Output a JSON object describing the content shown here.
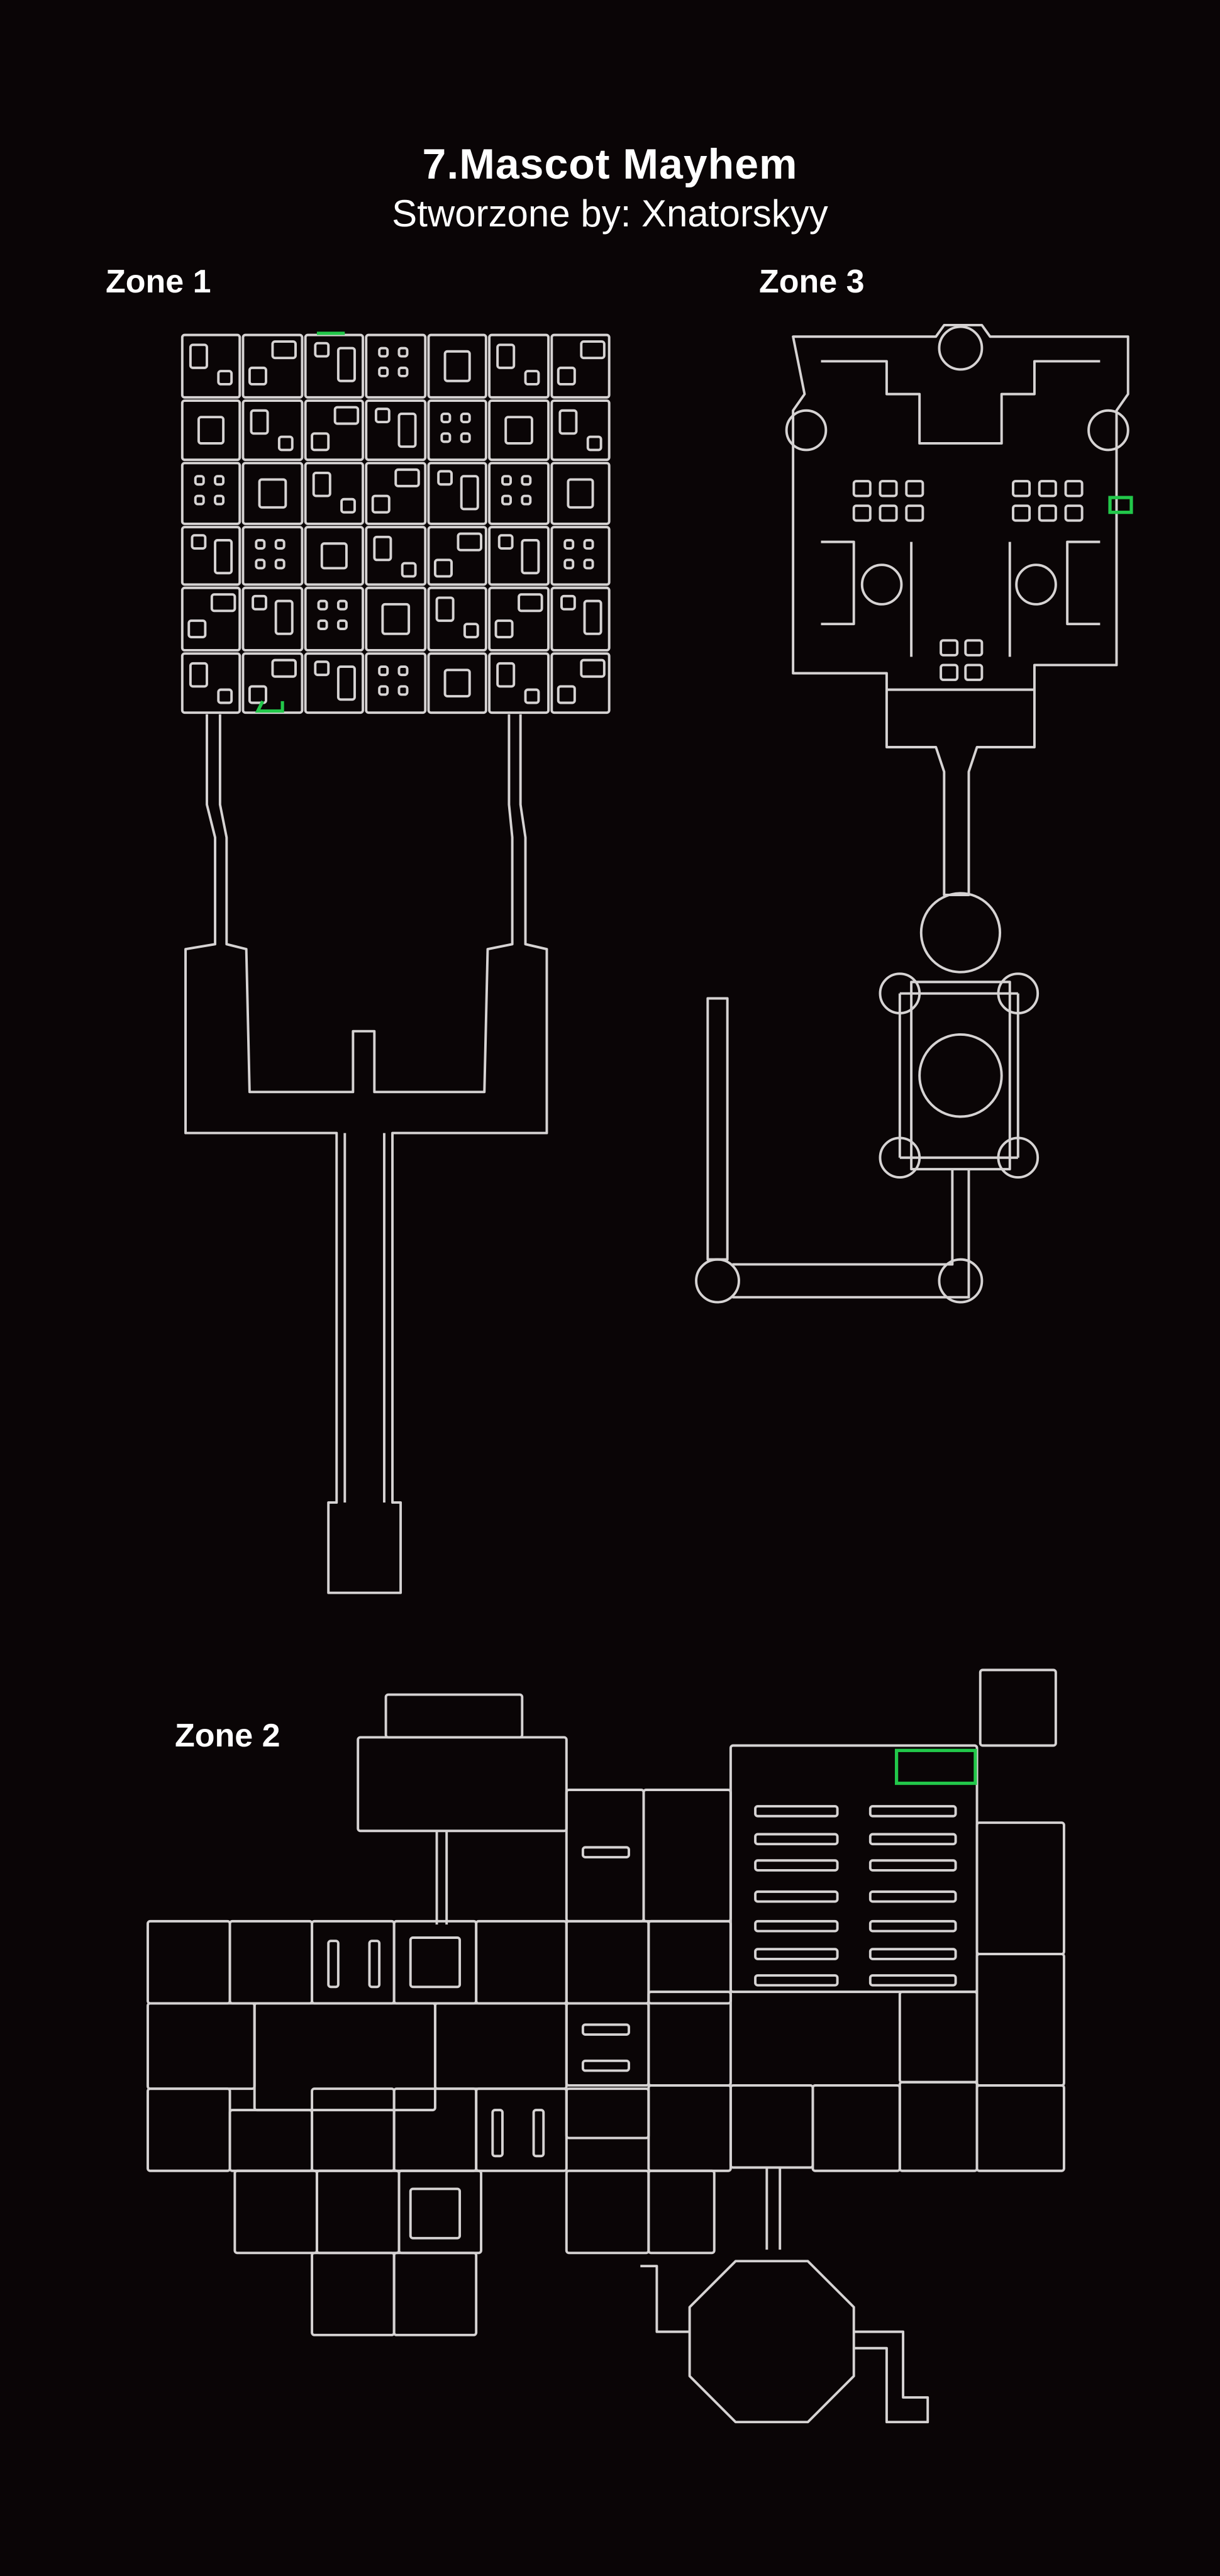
{
  "header": {
    "title": "7.Mascot Mayhem",
    "subtitle": "Stworzone by: Xnatorskyy"
  },
  "zones": [
    {
      "label": "Zone 1"
    },
    {
      "label": "Zone 3"
    },
    {
      "label": "Zone 2"
    }
  ],
  "colors": {
    "background": "#0a0506",
    "walls": "#d6d3d3",
    "marker": "#22c84a"
  }
}
